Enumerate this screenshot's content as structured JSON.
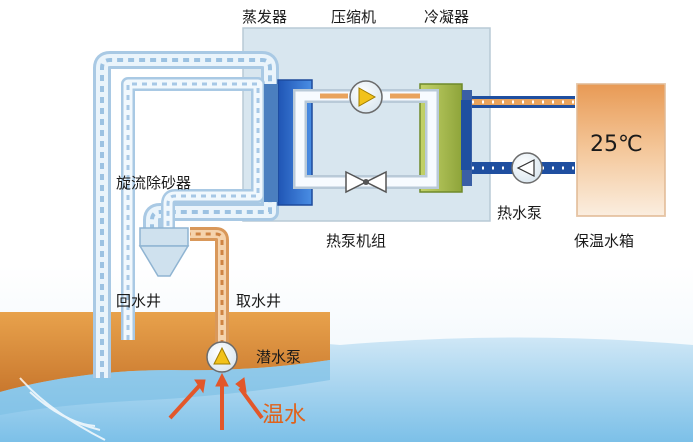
{
  "labels": {
    "evaporator": "蒸发器",
    "compressor": "压缩机",
    "condenser": "冷凝器",
    "desander": "旋流除砂器",
    "heat_pump_unit": "热泵机组",
    "hot_water_pump": "热水泵",
    "tank": "保温水箱",
    "tank_temp": "25℃",
    "return_well": "回水井",
    "intake_well": "取水井",
    "submersible_pump": "潜水泵",
    "warm_water": "温水"
  },
  "colors": {
    "water_pipe": "#bcd8ef",
    "hot_pipe": "#e9a35c",
    "refrigerant": "#f2f2f2",
    "evaporator": "#2a6fd1",
    "condenser": "#a4b84a",
    "unit_box": "#d9e6ef",
    "tank_fill": "#e7a15e",
    "ground": "#e0a04e",
    "groundwater": "#6fb4e0"
  }
}
